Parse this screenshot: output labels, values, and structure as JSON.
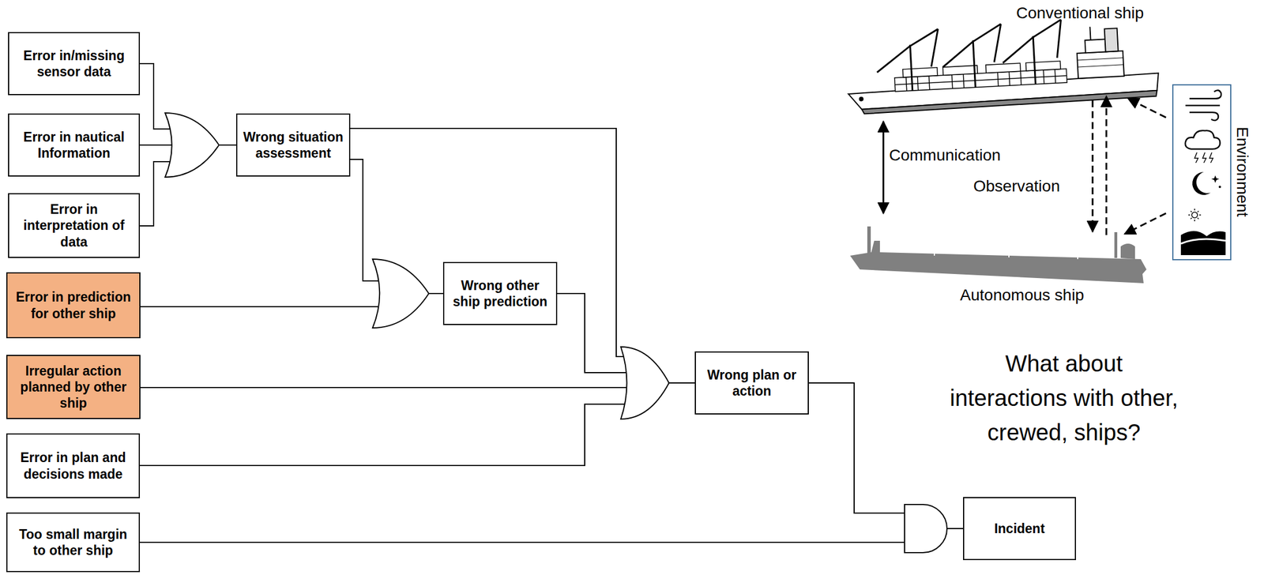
{
  "diagram": {
    "nodes": [
      {
        "text": [
          "Error in/missing sensor data"
        ]
      },
      {
        "text": [
          "Error in nautical Information"
        ]
      },
      {
        "text": [
          "Error in interpretation of data"
        ]
      },
      {
        "text": [
          "Wrong situation assessment"
        ]
      },
      {
        "text": [
          "Error in prediction for other ship"
        ]
      },
      {
        "text": [
          "Wrong other ship prediction"
        ]
      },
      {
        "text": [
          "Irregular action planned by other ship"
        ]
      },
      {
        "text": [
          "Error in plan and decisions made"
        ]
      },
      {
        "text": [
          "Wrong plan or action"
        ]
      },
      {
        "text": [
          "Too small margin to other ship"
        ]
      },
      {
        "text": [
          "Incident"
        ]
      }
    ],
    "edges": [
      {
        "from": 0,
        "to": 3,
        "arrow": "none"
      },
      {
        "from": 1,
        "to": 3,
        "arrow": "none"
      },
      {
        "from": 2,
        "to": 3,
        "arrow": "none"
      },
      {
        "from": 3,
        "to": 5,
        "arrow": "none"
      },
      {
        "from": 4,
        "to": 5,
        "arrow": "none"
      },
      {
        "from": 3,
        "to": 8,
        "arrow": "none"
      },
      {
        "from": 5,
        "to": 8,
        "arrow": "none"
      },
      {
        "from": 6,
        "to": 8,
        "arrow": "none"
      },
      {
        "from": 7,
        "to": 8,
        "arrow": "none"
      },
      {
        "from": 8,
        "to": 10,
        "arrow": "none"
      },
      {
        "from": 9,
        "to": 10,
        "arrow": "none"
      }
    ],
    "labels": [
      "Conventional ship",
      "Communication",
      "Observation",
      "Autonomous ship",
      "Environment",
      "What about interactions with other, crewed, ships?"
    ]
  }
}
